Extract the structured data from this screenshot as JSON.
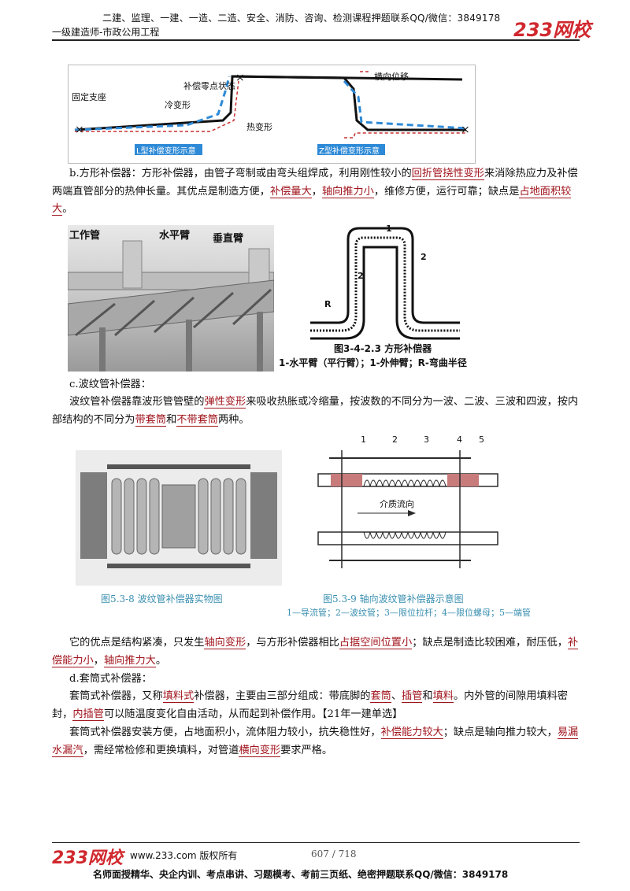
{
  "header": {
    "top_line": "二建、监理、一建、一造、二造、安全、消防、咨询、检测课程押题联系QQ/微信：3849178",
    "subtitle": "一级建造师-市政公用工程",
    "logo": "233网校"
  },
  "figure1": {
    "labels": {
      "fixed_support": "固定支座",
      "cold_deform": "冷变形",
      "zero_state": "补偿零点状态",
      "hot_deform": "热变形",
      "lateral_disp": "横向位移"
    },
    "caption_l": "L型补偿变形示意",
    "caption_z": "Z型补偿变形示意"
  },
  "para_b": {
    "t1": "b.方形补偿器：方形补偿器，由管子弯制或由弯头组焊成，利用刚性较小的",
    "u1": "回折管挠性变形",
    "t2": "来消除热应力及补偿两端直管部分的热伸长量。其优点是制造方便，",
    "u2": "补偿量大",
    "t3": "，",
    "u3": "轴向推力小",
    "t4": "，维修方便，运行可靠；缺点是",
    "u4": "占地面积较大",
    "t5": "。"
  },
  "figure2": {
    "photo_labels": {
      "work_pipe": "工作管",
      "horizontal_arm": "水平臂",
      "vertical_arm": "垂直臂"
    },
    "diagram_numbers": {
      "n1": "1",
      "n2a": "2",
      "n2b": "2",
      "r": "R"
    },
    "caption": "图3-4-2.3 方形补偿器",
    "legend": "1-水平臂（平行臂）；1-外伸臂；R-弯曲半径"
  },
  "para_c": {
    "heading": "c.波纹管补偿器：",
    "t1": "波纹管补偿器靠波形管管壁的",
    "u1": "弹性变形",
    "t2": "来吸收热胀或冷缩量，按波数的不同分为一波、二波、三波和四波，按内部结构的不同分为",
    "u2": "带套筒",
    "t3": "和",
    "u3": "不带套筒",
    "t4": "两种。"
  },
  "figure3": {
    "caption_left": "图5.3-8  波纹管补偿器实物图",
    "caption_right": "图5.3-9  轴向波纹管补偿器示意图",
    "legend": "1—导流管；2—波纹管；3—限位拉杆；4—限位螺母；5—端管",
    "flow_label": "介质流向",
    "numbers": [
      "1",
      "2",
      "3",
      "4",
      "5"
    ]
  },
  "para_c2": {
    "t1": "它的优点是结构紧凑，只发生",
    "u1": "轴向变形",
    "t2": "，与方形补偿器相比",
    "u2": "占据空间位置小",
    "t3": "；缺点是制造比较困难，耐压低，",
    "u3": "补偿能力小",
    "t4": "，",
    "u4": "轴向推力大",
    "t5": "。"
  },
  "para_d": {
    "heading": "d.套筒式补偿器：",
    "t1": "套筒式补偿器，又称",
    "u1": "填料式",
    "t2": "补偿器，主要由三部分组成：带底脚的",
    "u2": "套筒",
    "t3": "、",
    "u3": "插管",
    "t4": "和",
    "u4": "填料",
    "t5": "。内外管的间隙用填料密封，",
    "u5": "内插管",
    "t6": "可以随温度变化自由活动，从而起到补偿作用。【21年一建单选】"
  },
  "para_d2": {
    "t1": "套筒式补偿器安装方便，占地面积小，流体阻力较小，抗失稳性好，",
    "u1": "补偿能力较大",
    "t2": "；缺点是轴向推力较大，",
    "u2": "易漏水漏汽",
    "t3": "，需经常检修和更换填料，对管道",
    "u3": "横向变形",
    "t4": "要求严格。"
  },
  "footer": {
    "logo": "233网校",
    "url": "www.233.com 版权所有",
    "page": "607 / 718",
    "bottom_line": "名师面授精华、央企内训、考点串讲、习题模考、考前三页纸、绝密押题联系QQ/微信：3849178"
  },
  "colors": {
    "accent_red": "#d0282e",
    "underline": "#a0141c",
    "caption_blue": "#3a8fb0"
  }
}
